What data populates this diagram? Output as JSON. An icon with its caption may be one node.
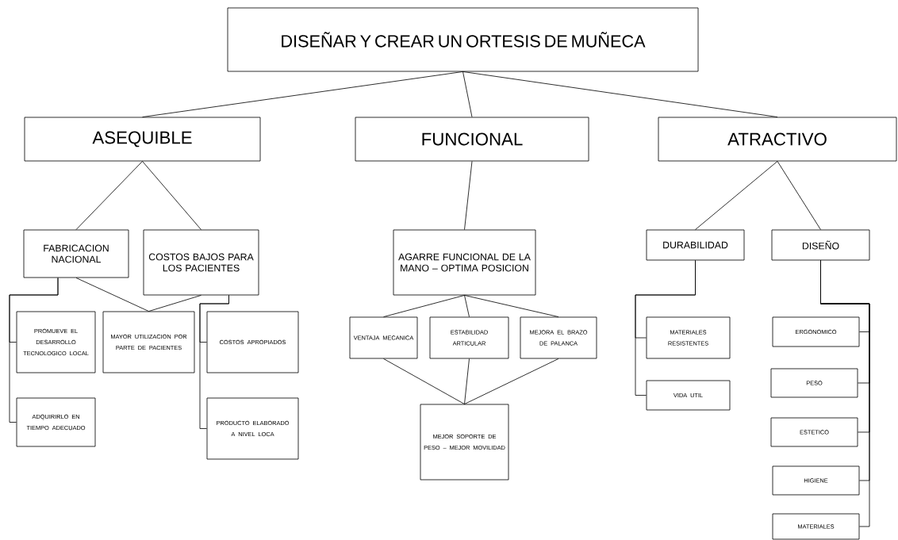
{
  "diagram": {
    "nodes": [
      {
        "text": [
          "DISEÑAR Y CREAR UN ORTESIS DE MUÑECA"
        ]
      },
      {
        "text": [
          "ASEQUIBLE"
        ]
      },
      {
        "text": [
          "FUNCIONAL"
        ]
      },
      {
        "text": [
          "ATRACTIVO"
        ]
      },
      {
        "text": [
          "FABRICACION NACIONAL"
        ]
      },
      {
        "text": [
          "COSTOS BAJOS PARA LOS PACIENTES"
        ]
      },
      {
        "text": [
          "AGARRE FUNCIONAL DE LA MANO – OPTIMA POSICION"
        ]
      },
      {
        "text": [
          "DURABILIDAD"
        ]
      },
      {
        "text": [
          "DISEÑO"
        ]
      },
      {
        "text": [
          "PROMUEVE EL DESARROLLO TECNOLOGICO LOCAL"
        ]
      },
      {
        "text": [
          "MAYOR UTILIZACION POR PARTE DE PACIENTES"
        ]
      },
      {
        "text": [
          "COSTOS APROPIADOS"
        ]
      },
      {
        "text": [
          "ADQUIRIRLO EN TIEMPO ADECUADO"
        ]
      },
      {
        "text": [
          "PRODUCTO ELABORADO A NIVEL LOCA"
        ]
      },
      {
        "text": [
          "VENTAJA MECANICA"
        ]
      },
      {
        "text": [
          "ESTABILIDAD ARTICULAR"
        ]
      },
      {
        "text": [
          "MEJORA EL BRAZO DE PALANCA"
        ]
      },
      {
        "text": [
          "MEJOR SOPORTE DE PESO – MEJOR MOVILIDAD"
        ]
      },
      {
        "text": [
          "MATERIALES RESISTENTES"
        ]
      },
      {
        "text": [
          "VIDA UTIL"
        ]
      },
      {
        "text": [
          "ERGONOMICO"
        ]
      },
      {
        "text": [
          "PESO"
        ]
      },
      {
        "text": [
          "ESTETICO"
        ]
      },
      {
        "text": [
          "HIGIENE"
        ]
      },
      {
        "text": [
          "MATERIALES"
        ]
      }
    ],
    "edges": [
      {
        "from": 0,
        "to": 1,
        "arrow": "none"
      },
      {
        "from": 0,
        "to": 2,
        "arrow": "none"
      },
      {
        "from": 0,
        "to": 3,
        "arrow": "none"
      },
      {
        "from": 1,
        "to": 4,
        "arrow": "none"
      },
      {
        "from": 1,
        "to": 5,
        "arrow": "none"
      },
      {
        "from": 2,
        "to": 6,
        "arrow": "none"
      },
      {
        "from": 3,
        "to": 7,
        "arrow": "none"
      },
      {
        "from": 3,
        "to": 8,
        "arrow": "none"
      },
      {
        "from": 4,
        "to": 9,
        "arrow": "none"
      },
      {
        "from": 4,
        "to": 12,
        "arrow": "none"
      },
      {
        "from": 4,
        "to": 10,
        "arrow": "none"
      },
      {
        "from": 5,
        "to": 10,
        "arrow": "none"
      },
      {
        "from": 5,
        "to": 11,
        "arrow": "none"
      },
      {
        "from": 5,
        "to": 13,
        "arrow": "none"
      },
      {
        "from": 6,
        "to": 14,
        "arrow": "none"
      },
      {
        "from": 6,
        "to": 15,
        "arrow": "none"
      },
      {
        "from": 6,
        "to": 16,
        "arrow": "none"
      },
      {
        "from": 14,
        "to": 17,
        "arrow": "none"
      },
      {
        "from": 15,
        "to": 17,
        "arrow": "none"
      },
      {
        "from": 16,
        "to": 17,
        "arrow": "none"
      },
      {
        "from": 7,
        "to": 18,
        "arrow": "none"
      },
      {
        "from": 7,
        "to": 19,
        "arrow": "none"
      },
      {
        "from": 8,
        "to": 20,
        "arrow": "none"
      },
      {
        "from": 8,
        "to": 21,
        "arrow": "none"
      },
      {
        "from": 8,
        "to": 22,
        "arrow": "none"
      },
      {
        "from": 8,
        "to": 23,
        "arrow": "none"
      },
      {
        "from": 8,
        "to": 24,
        "arrow": "none"
      }
    ]
  }
}
